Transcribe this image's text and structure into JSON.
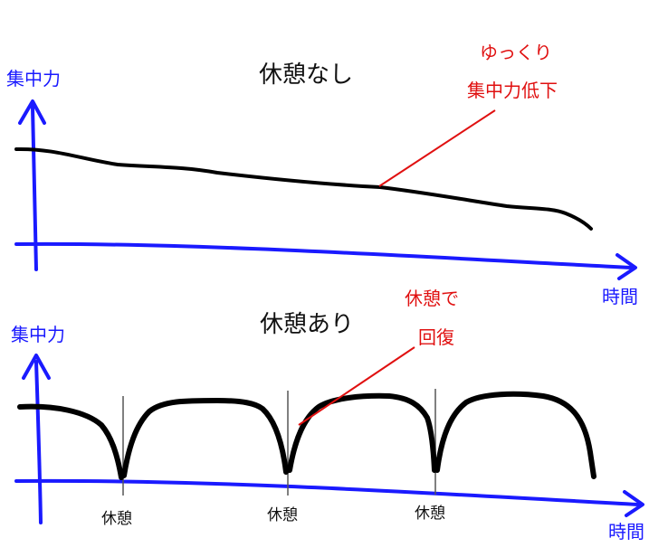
{
  "top_panel": {
    "title": "休憩なし",
    "y_axis_label": "集中力",
    "x_axis_label": "時間",
    "callout_line1": "ゆっくり",
    "callout_line2": "集中力低下"
  },
  "bottom_panel": {
    "title": "休憩あり",
    "y_axis_label": "集中力",
    "x_axis_label": "時間",
    "callout_line1": "休憩で",
    "callout_line2": "回復",
    "break_labels": [
      "休憩",
      "休憩",
      "休憩"
    ]
  },
  "colors": {
    "axis": "#1a1aff",
    "curve": "#000000",
    "callout": "#e01010",
    "break_marker": "#555555"
  }
}
